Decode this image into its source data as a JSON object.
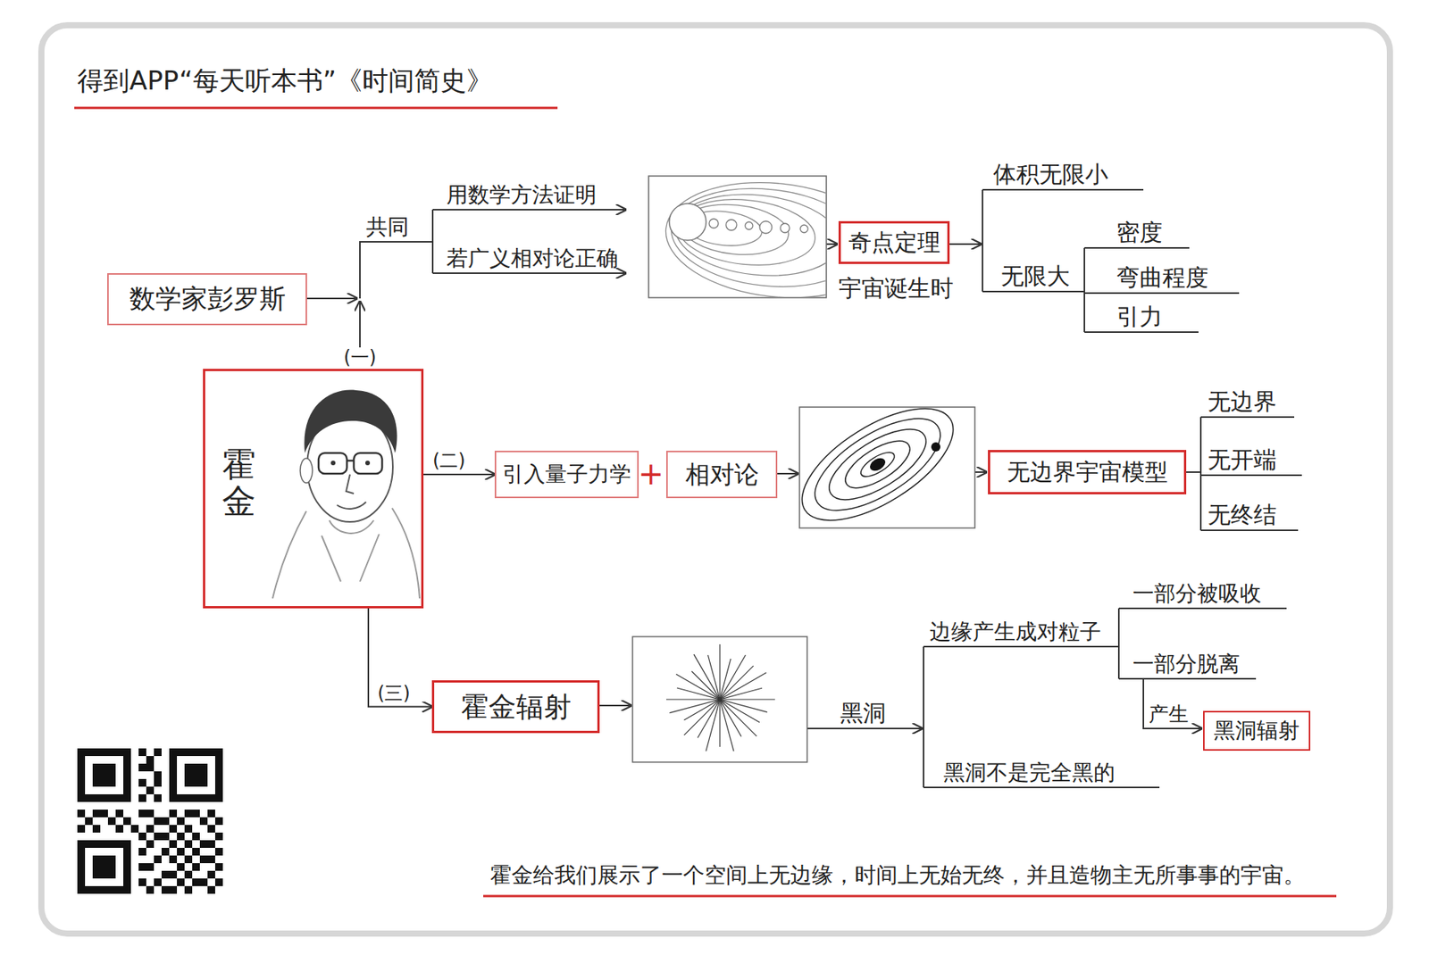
{
  "diagram": {
    "title": "得到APP“每天听本书”《时间简史》",
    "caption": "霍金给我们展示了一个空间上无边缘，时间上无始无终，并且造物主无所事事的宇宙。",
    "nodes": [
      {
        "text": [
          "数学家彭罗斯"
        ]
      },
      {
        "text": [
          "霍金"
        ]
      },
      {
        "text": [
          "奇点定理"
        ]
      },
      {
        "text": [
          "引入量子力学"
        ]
      },
      {
        "text": [
          "相对论"
        ]
      },
      {
        "text": [
          "无边界宇宙模型"
        ]
      },
      {
        "text": [
          "霍金辐射"
        ]
      },
      {
        "text": [
          "黑洞辐射"
        ]
      }
    ],
    "edges": [
      {
        "from": 1,
        "to": 3,
        "label": "(二)",
        "arrow": "to"
      },
      {
        "from": 1,
        "to": 6,
        "label": "(三)",
        "arrow": "to"
      }
    ],
    "labels": [
      "(一)",
      "共同",
      "用数学方法证明",
      "若广义相对论正确",
      "宇宙诞生时",
      "体积无限小",
      "无限大",
      "密度",
      "弯曲程度",
      "引力",
      "+",
      "无边界",
      "无开端",
      "无终结",
      "黑洞",
      "边缘产生成对粒子",
      "一部分被吸收",
      "一部分脱离",
      "产生",
      "黑洞不是完全黑的"
    ]
  }
}
